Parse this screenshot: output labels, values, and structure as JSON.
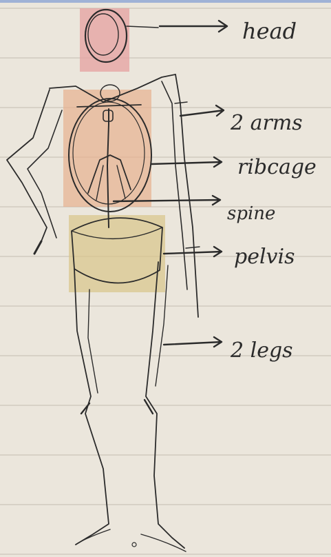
{
  "labels": {
    "head": "head",
    "arms": "2 arms",
    "ribcage": "ribcage",
    "spine": "spine",
    "pelvis": "pelvis",
    "legs": "2 legs"
  },
  "colors": {
    "paper": "#ebe6dc",
    "rule_line": "#d7d1c6",
    "ink": "#2b2b2b",
    "head_fill": "#e6a0a0",
    "ribcage_fill": "#e7b08f",
    "pelvis_fill": "#d8c489"
  }
}
